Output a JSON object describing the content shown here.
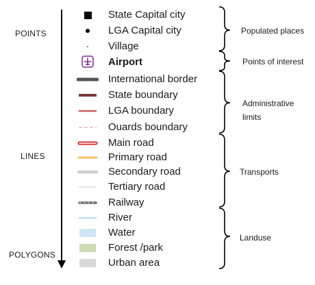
{
  "categories": {
    "points": "POINTS",
    "lines": "LINES",
    "polygons": "POLYGONS"
  },
  "items": [
    {
      "label": "State Capital city",
      "symbol": "square-marker",
      "color": "#000000"
    },
    {
      "label": "LGA Capital city",
      "symbol": "dot-marker",
      "color": "#000000"
    },
    {
      "label": "Village",
      "symbol": "small-dot-marker",
      "color": "#555555"
    },
    {
      "label": "Airport",
      "symbol": "airport-icon",
      "color": "#7b2c9e"
    },
    {
      "label": "International border",
      "symbol": "intl-border-line",
      "color": "#555555"
    },
    {
      "label": "State boundary",
      "symbol": "state-boundary-line",
      "color": "#7a3a3a"
    },
    {
      "label": "LGA boundary",
      "symbol": "lga-boundary-line",
      "color": "#d45a5a"
    },
    {
      "label": "Ouards boundary",
      "symbol": "wards-boundary-line",
      "color": "#e8a0a0"
    },
    {
      "label": "Main road",
      "symbol": "main-road-line",
      "color": "#d62020"
    },
    {
      "label": "Primary road",
      "symbol": "primary-road-line",
      "color": "#f5c060"
    },
    {
      "label": "Secondary road",
      "symbol": "secondary-road-line",
      "color": "#aaaaaa"
    },
    {
      "label": "Tertiary road",
      "symbol": "tertiary-road-line",
      "color": "#dddddd"
    },
    {
      "label": "Railway",
      "symbol": "railway-line",
      "color": "#666666"
    },
    {
      "label": "River",
      "symbol": "river-line",
      "color": "#a8d4f0"
    },
    {
      "label": "Water",
      "symbol": "water-swatch",
      "color": "#cfe6f4"
    },
    {
      "label": "Forest /park",
      "symbol": "forest-swatch",
      "color": "#cddbb3"
    },
    {
      "label": "Urban area",
      "symbol": "urban-swatch",
      "color": "#d9d9d9"
    }
  ],
  "groups": [
    {
      "label": "Populated places"
    },
    {
      "label": "Points of interest"
    },
    {
      "label": "Administrative limits"
    },
    {
      "label": "Transports"
    },
    {
      "label": "Landuse"
    }
  ]
}
